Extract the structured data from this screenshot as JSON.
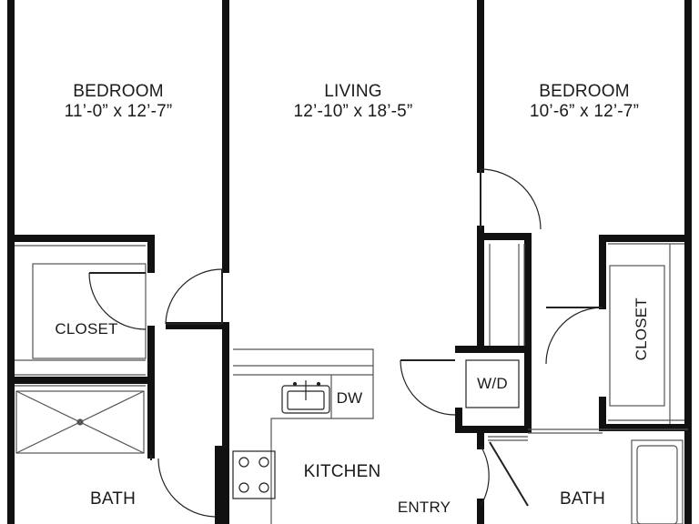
{
  "rooms": {
    "bedroom_left": {
      "name": "BEDROOM",
      "dims": "11’-0” x 12’-7”"
    },
    "living": {
      "name": "LIVING",
      "dims": "12’-10” x 18’-5”"
    },
    "bedroom_right": {
      "name": "BEDROOM",
      "dims": "10’-6” x 12’-7”"
    },
    "closet_left": {
      "name": "CLOSET"
    },
    "closet_right": {
      "name": "CLOSET"
    },
    "washer_dryer": {
      "name": "W/D"
    },
    "dishwasher": {
      "name": "DW"
    },
    "kitchen": {
      "name": "KITCHEN"
    },
    "bath_left": {
      "name": "BATH"
    },
    "bath_right": {
      "name": "BATH"
    },
    "entry": {
      "name": "ENTRY"
    }
  },
  "colors": {
    "wall": "#111111",
    "line": "#333333",
    "fill": "#ffffff"
  }
}
